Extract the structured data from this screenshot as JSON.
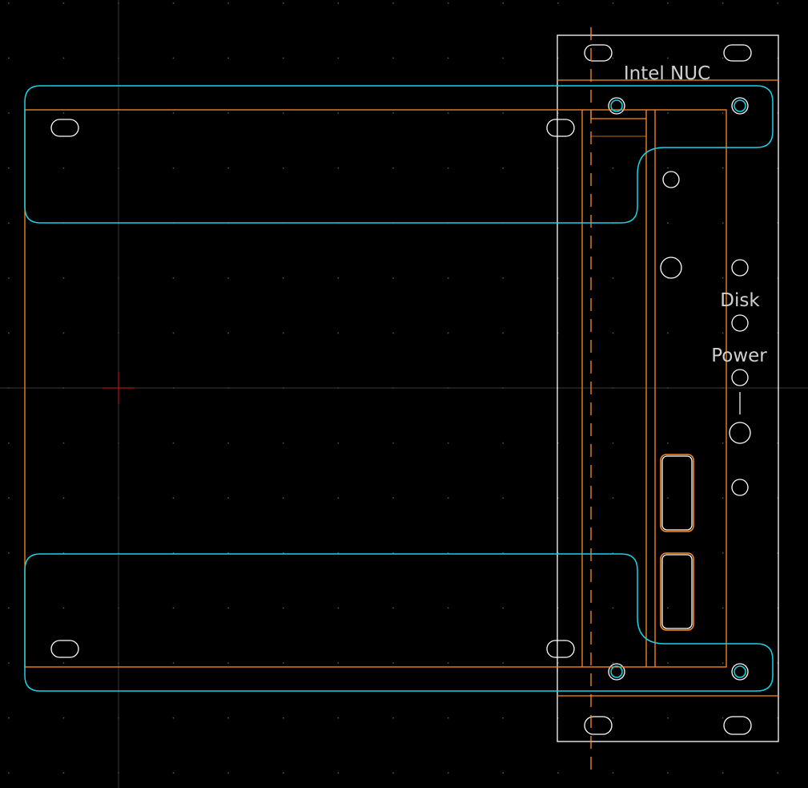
{
  "colors": {
    "background": "#000000",
    "grid": "#5a5a5a",
    "edge_cuts": "#ffffff",
    "fab": "#ff8a1e",
    "courtyard": "#19d4e6",
    "silk": "#d0d0d0",
    "anchor": "#d01515"
  },
  "labels": {
    "title": "Intel NUC",
    "disk": "Disk",
    "power": "Power"
  }
}
